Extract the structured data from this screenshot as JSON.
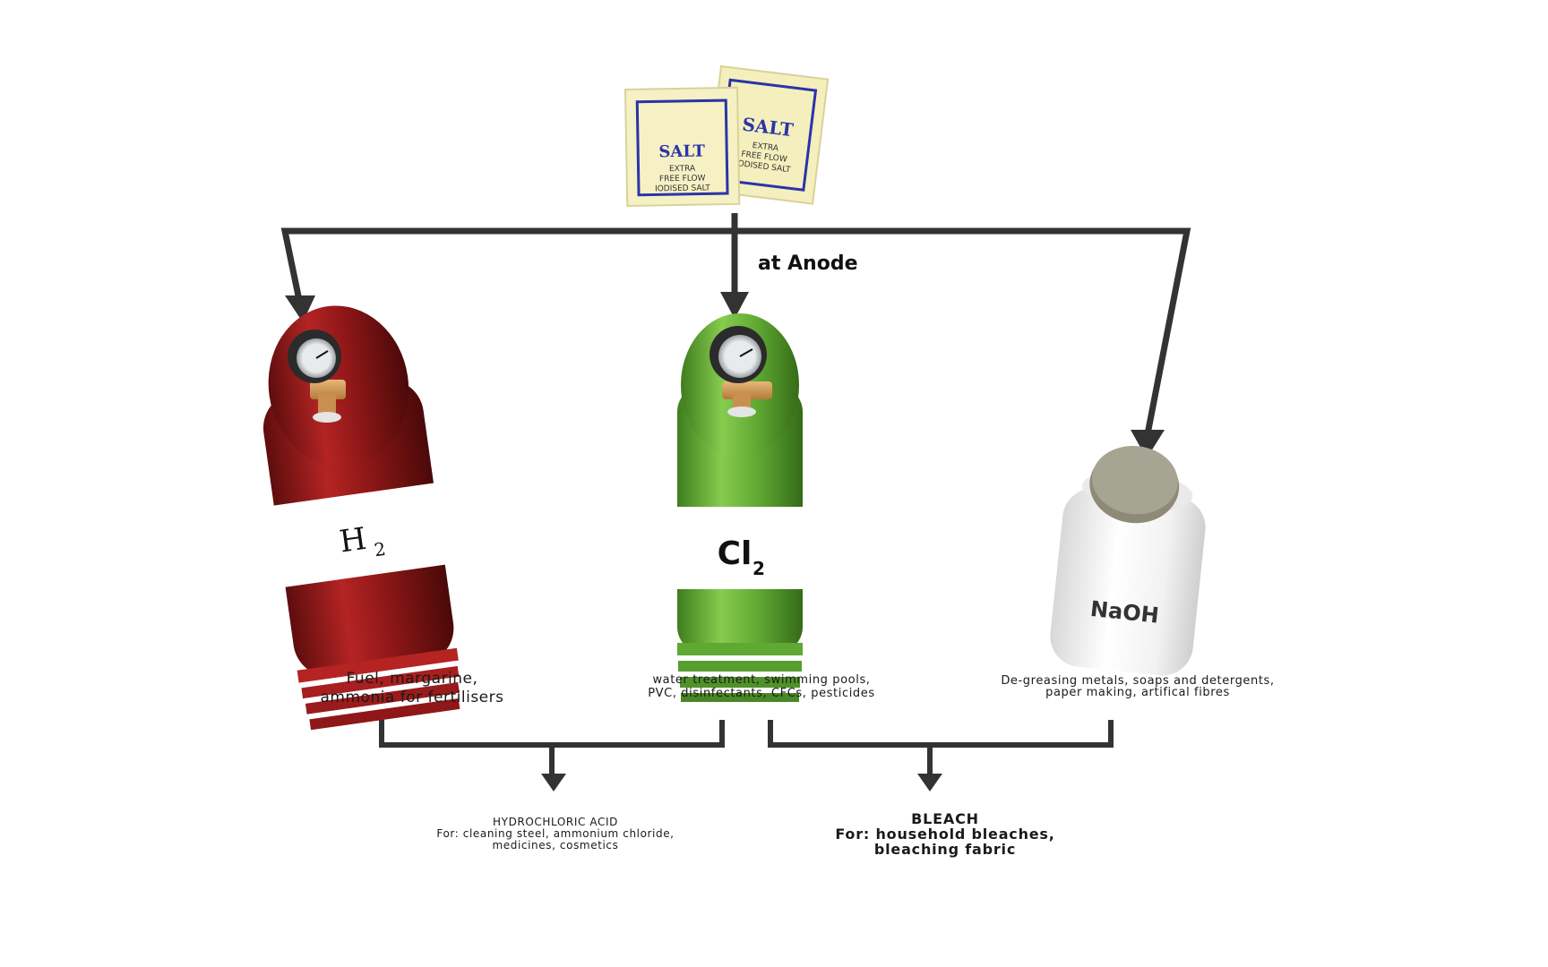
{
  "salt_packs": [
    {
      "brand": "SALT",
      "line1": "EXTRA",
      "line2": "FREE FLOW",
      "line3": "IODISED SALT"
    },
    {
      "brand": "SALT",
      "line1": "EXTRA",
      "line2": "FREE FLOW",
      "line3": "IODISED SALT"
    }
  ],
  "anode_label": "at Anode",
  "products": {
    "h2": {
      "symbol": "H",
      "subscript": "2",
      "uses": [
        "Fuel, margarine,",
        "ammonia for fertilisers"
      ],
      "color": "#9b1c1c"
    },
    "cl2": {
      "symbol": "Cl",
      "subscript": "2",
      "uses": [
        "water treatment, swimming pools,",
        "PVC, disinfectants, CFCs, pesticides"
      ],
      "color": "#6bb33a"
    },
    "naoh": {
      "symbol": "NaOH",
      "uses": [
        "De-greasing metals, soaps and detergents,",
        "paper making, artifical fibres"
      ]
    }
  },
  "hcl": {
    "title": "HYDROCHLORIC ACID",
    "lines": [
      "For: cleaning steel, ammonium chloride,",
      "medicines, cosmetics"
    ]
  },
  "bleach": {
    "title": "BLEACH",
    "lines": [
      "For: household bleaches,",
      "bleaching fabric"
    ]
  },
  "colors": {
    "line": "#333333",
    "salt_pack": "#f5f0c0",
    "salt_border": "#2a34a8"
  }
}
